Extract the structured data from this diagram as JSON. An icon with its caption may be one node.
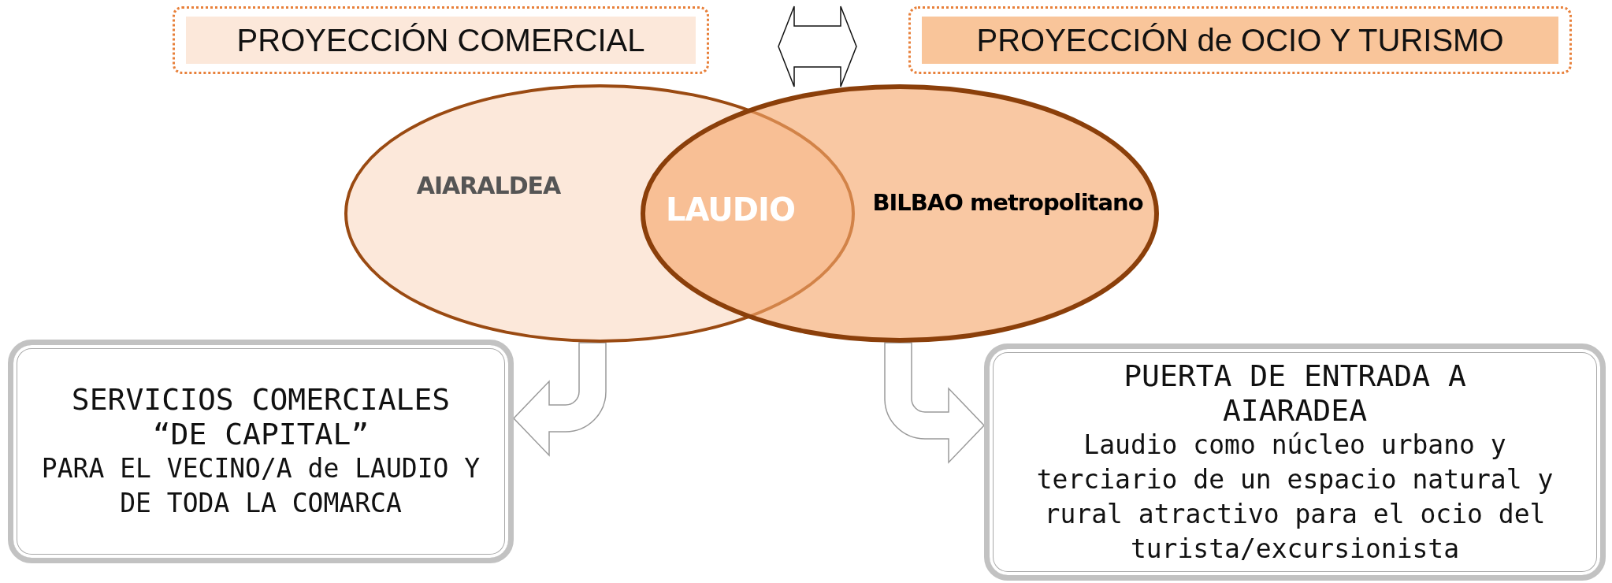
{
  "diagram": {
    "nodes": [
      {
        "text": [
          "PROYECCIÓN COMERCIAL"
        ]
      },
      {
        "text": [
          "PROYECCIÓN de OCIO Y TURISMO"
        ]
      },
      {
        "text": [
          "AIARALDEA"
        ]
      },
      {
        "text": [
          "BILBAO metropolitano"
        ]
      },
      {
        "text": [
          "SERVICIOS COMERCIALES “DE CAPITAL”",
          "PARA EL VECINO/A de LAUDIO Y DE TODA LA COMARCA"
        ]
      },
      {
        "text": [
          "PUERTA DE ENTRADA A AIARADEA",
          "Laudio como núcleo urbano y terciario de un espacio natural y rural atractivo para el ocio del turista/excursionista"
        ]
      }
    ],
    "edges": [
      {
        "from": 0,
        "to": 1,
        "arrow": "both"
      },
      {
        "from": 2,
        "to": 4,
        "arrow": "to"
      },
      {
        "from": 3,
        "to": 5,
        "arrow": "to"
      }
    ],
    "labels": [
      "LAUDIO"
    ]
  }
}
